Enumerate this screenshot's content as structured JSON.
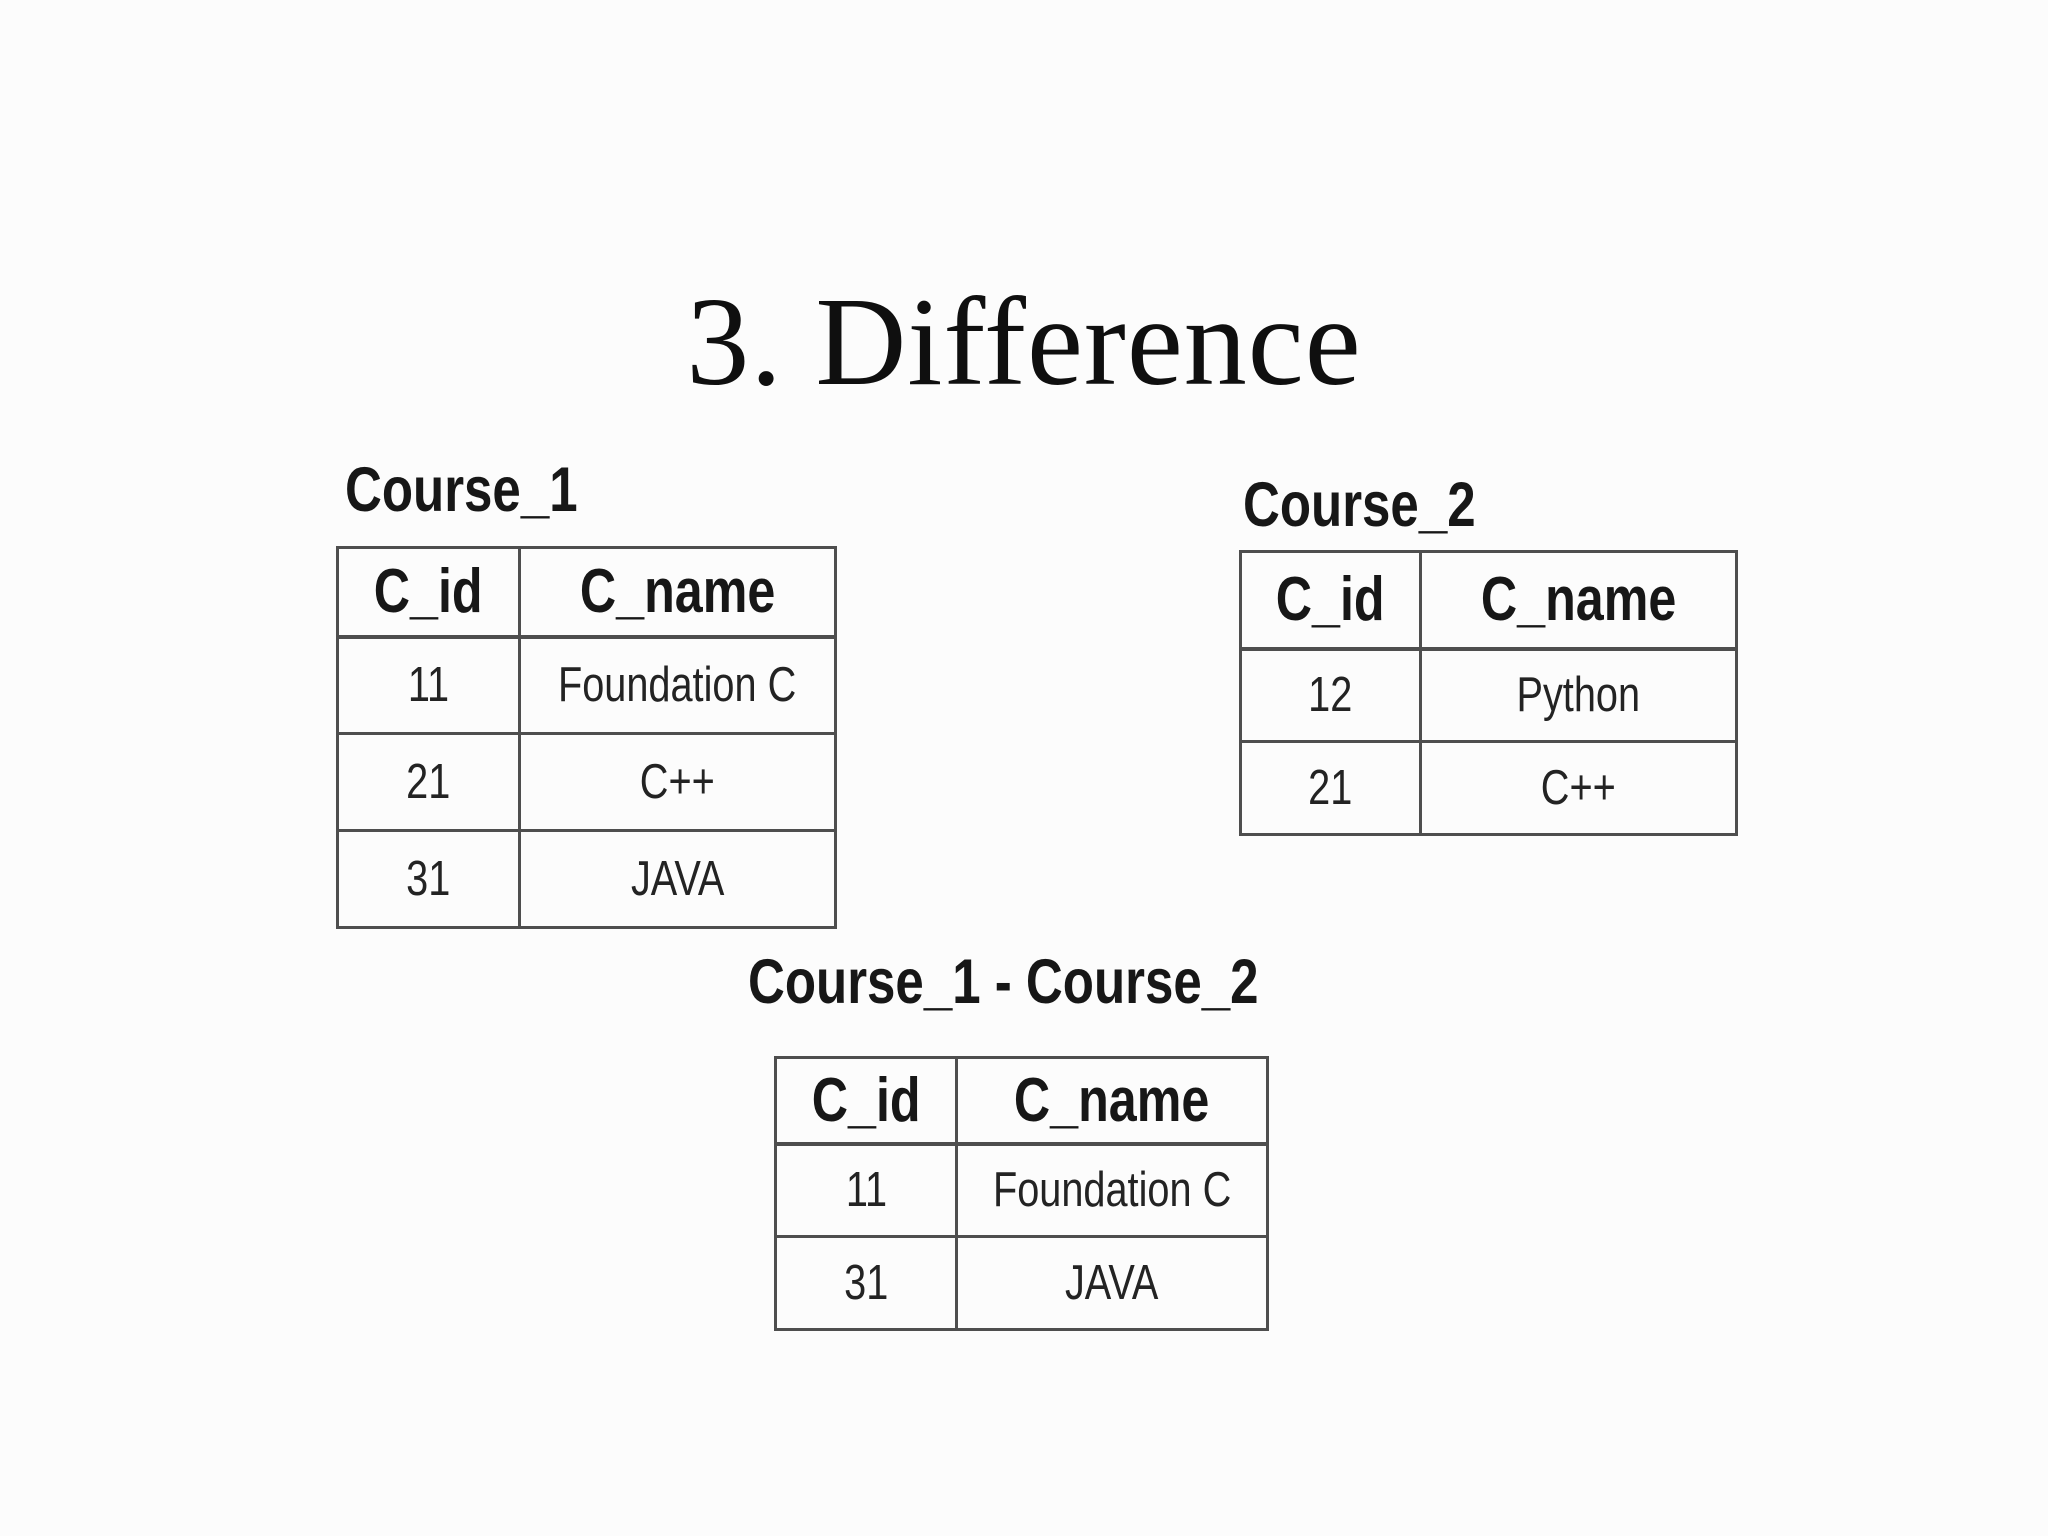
{
  "page": {
    "background": "#fcfcfc",
    "title": "3. Difference"
  },
  "colors": {
    "table_border": "#4e4e4e",
    "title_text": "#0f0f0f",
    "label_text": "#171717",
    "cell_text": "#232323"
  },
  "tables": [
    {
      "name": "course_1",
      "label": "Course_1",
      "columns": [
        "C_id",
        "C_name"
      ],
      "rows": [
        [
          "11",
          "Foundation C"
        ],
        [
          "21",
          "C++"
        ],
        [
          "31",
          "JAVA"
        ]
      ]
    },
    {
      "name": "course_2",
      "label": "Course_2",
      "columns": [
        "C_id",
        "C_name"
      ],
      "rows": [
        [
          "12",
          "Python"
        ],
        [
          "21",
          "C++"
        ]
      ]
    },
    {
      "name": "course_1_minus_course_2",
      "label": "Course_1 - Course_2",
      "columns": [
        "C_id",
        "C_name"
      ],
      "rows": [
        [
          "11",
          "Foundation C"
        ],
        [
          "31",
          "JAVA"
        ]
      ]
    }
  ]
}
